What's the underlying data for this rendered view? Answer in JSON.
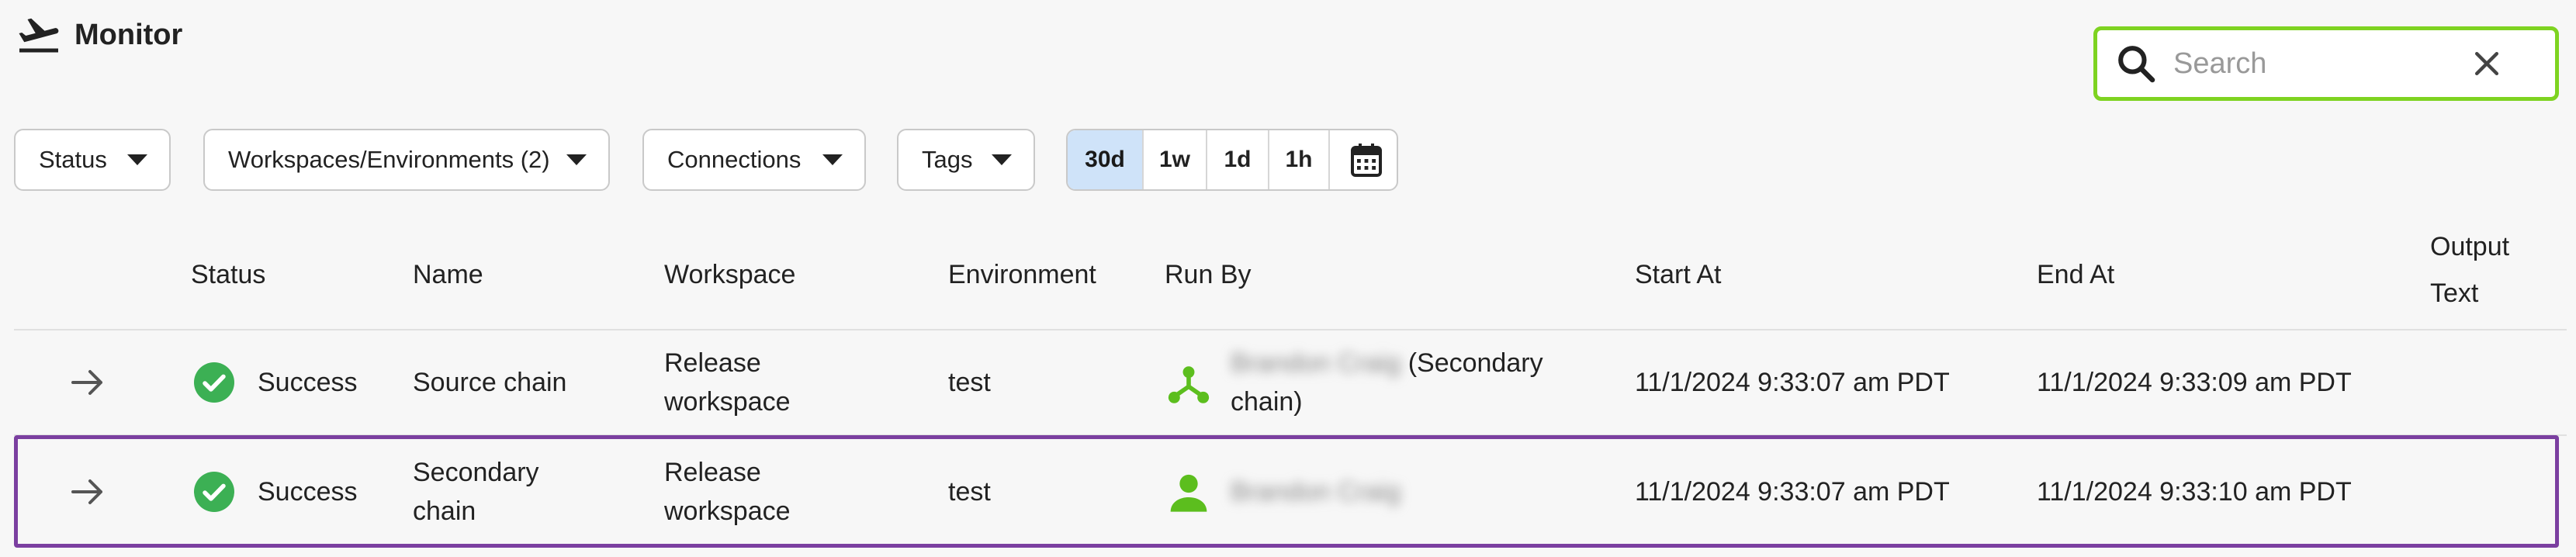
{
  "header": {
    "title": "Monitor",
    "icon": "takeoff-icon"
  },
  "search": {
    "placeholder": "Search",
    "value": ""
  },
  "filters": [
    {
      "label": "Status"
    },
    {
      "label": "Workspaces/Environments (2)"
    },
    {
      "label": "Connections"
    },
    {
      "label": "Tags"
    }
  ],
  "time_range": {
    "options": [
      "30d",
      "1w",
      "1d",
      "1h"
    ],
    "selected": "30d",
    "calendar_icon": "calendar-icon"
  },
  "table": {
    "columns": [
      "Status",
      "Name",
      "Workspace",
      "Environment",
      "Run By",
      "Start At",
      "End At",
      "Output",
      "Text"
    ],
    "rows": [
      {
        "status": "Success",
        "name_line1": "Source chain",
        "name_line2": "",
        "workspace_line1": "Release",
        "workspace_line2": "workspace",
        "environment": "test",
        "run_by_icon": "chain-icon",
        "run_by_name": "Brandon Craig",
        "run_by_suffix": "(Secondary",
        "run_by_line2": "chain)",
        "start_at": "11/1/2024 9:33:07 am PDT",
        "end_at": "11/1/2024 9:33:09 am PDT"
      },
      {
        "status": "Success",
        "name_line1": "Secondary",
        "name_line2": "chain",
        "workspace_line1": "Release",
        "workspace_line2": "workspace",
        "environment": "test",
        "run_by_icon": "user-icon",
        "run_by_name": "Brandon Craig",
        "run_by_suffix": "",
        "run_by_line2": "",
        "start_at": "11/1/2024 9:33:07 am PDT",
        "end_at": "11/1/2024 9:33:10 am PDT"
      }
    ]
  },
  "colors": {
    "success": "#3cb054",
    "accent_green": "#7ed321",
    "selected_row": "#7b3fa0",
    "active_segment": "#cfe3f9"
  }
}
